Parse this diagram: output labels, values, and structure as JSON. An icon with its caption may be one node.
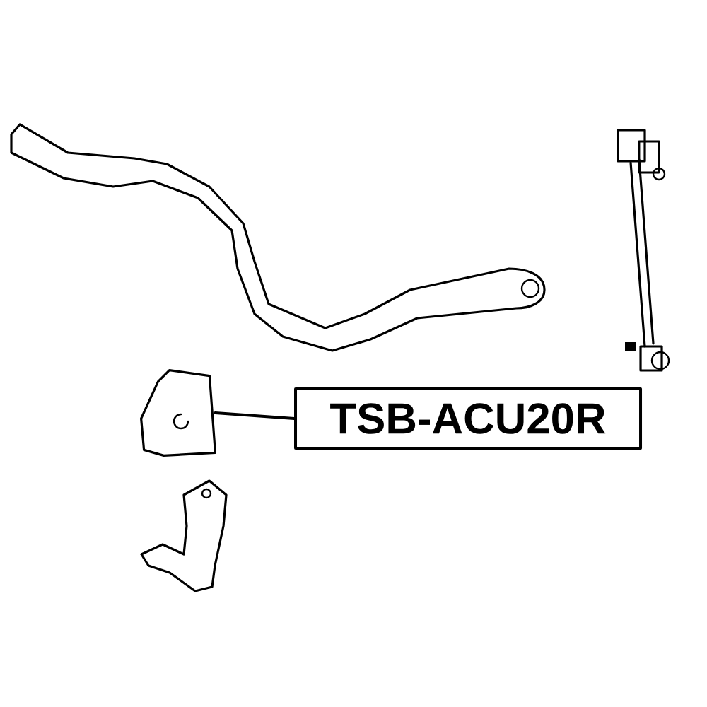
{
  "diagram": {
    "nodes": [
      {
        "text": [
          "TSB-ACU20R"
        ]
      },
      {
        "text": [],
        "shape": "picture"
      }
    ],
    "edges": [
      {
        "from": 0,
        "to": 1,
        "arrow": "none"
      }
    ]
  }
}
